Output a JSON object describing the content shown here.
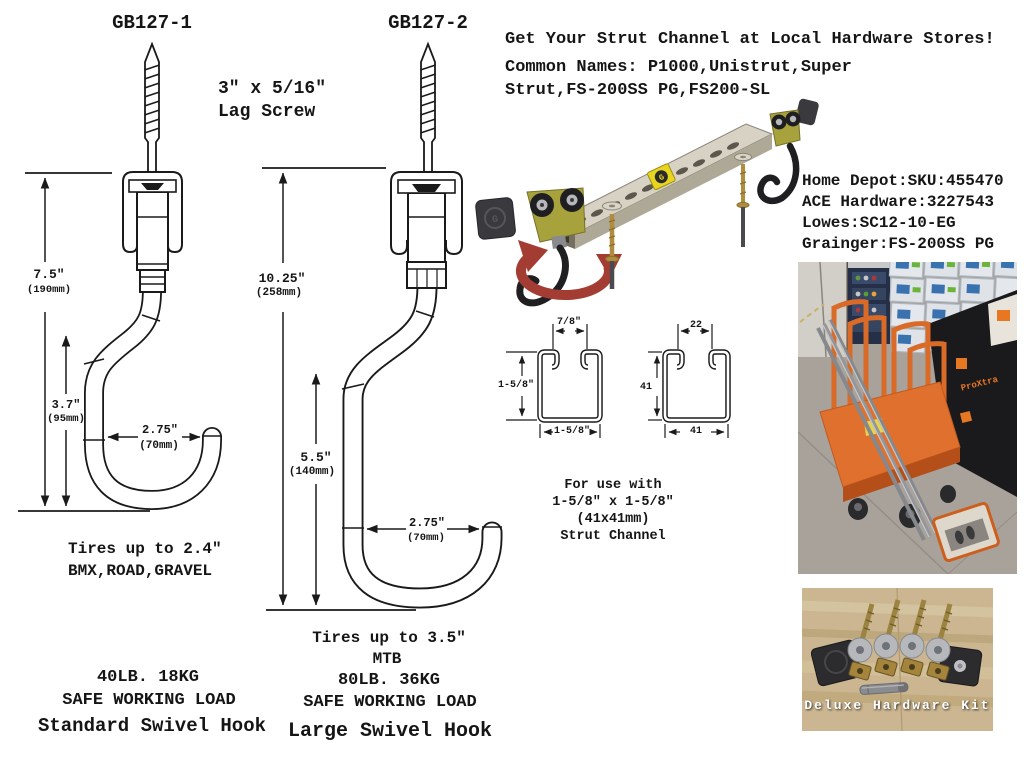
{
  "brand": {
    "logo_letter": "G"
  },
  "hooks": {
    "standard": {
      "model": "GB127-1",
      "overall_height_in": "7.5\"",
      "overall_height_mm": "(190mm)",
      "opening_height_in": "3.7\"",
      "opening_height_mm": "(95mm)",
      "opening_width_in": "2.75\"",
      "opening_width_mm": "(70mm)",
      "tires": "Tires up to 2.4\"",
      "bike_types": "BMX,ROAD,GRAVEL",
      "load": "40LB. 18KG",
      "load_label": "SAFE WORKING LOAD",
      "name": "Standard Swivel Hook"
    },
    "large": {
      "model": "GB127-2",
      "overall_height_in": "10.25\"",
      "overall_height_mm": "(258mm)",
      "opening_height_in": "5.5\"",
      "opening_height_mm": "(140mm)",
      "opening_width_in": "2.75\"",
      "opening_width_mm": "(70mm)",
      "tires": "Tires up to 3.5\"",
      "bike_types": "MTB",
      "load": "80LB. 36KG",
      "load_label": "SAFE WORKING LOAD",
      "name": "Large Swivel Hook"
    }
  },
  "lag_screw": {
    "size": "3\" x 5/16\"",
    "label": "Lag Screw"
  },
  "strut": {
    "headline": "Get Your Strut Channel at Local Hardware Stores!",
    "common_names_1": "Common Names: P1000,Unistrut,Super",
    "common_names_2": "Strut,FS-200SS PG,FS200-SL",
    "retailers": [
      "Home Depot:SKU:455470",
      "ACE Hardware:3227543",
      "Lowes:SC12-10-EG",
      "Grainger:FS-200SS PG"
    ],
    "for_use": [
      "For use with",
      "1-5/8\" x 1-5/8\"",
      "(41x41mm)",
      "Strut Channel"
    ],
    "cross_section_imperial": {
      "opening": "7/8\"",
      "height": "1-5/8\"",
      "width": "1-5/8\""
    },
    "cross_section_metric": {
      "opening": "22",
      "height": "41",
      "width": "41"
    }
  },
  "photos": {
    "store": {
      "banner_text": "ProXtra"
    },
    "kit": {
      "caption": "Deluxe Hardware Kit"
    }
  },
  "colors": {
    "line": "#1a1a1a",
    "cart_orange": "#e0702e",
    "trolley_olive": "#a8a23c",
    "rotation_red": "#a33c32",
    "screw_gold": "#b08d3e",
    "badge_yellow": "#e8d51f"
  }
}
